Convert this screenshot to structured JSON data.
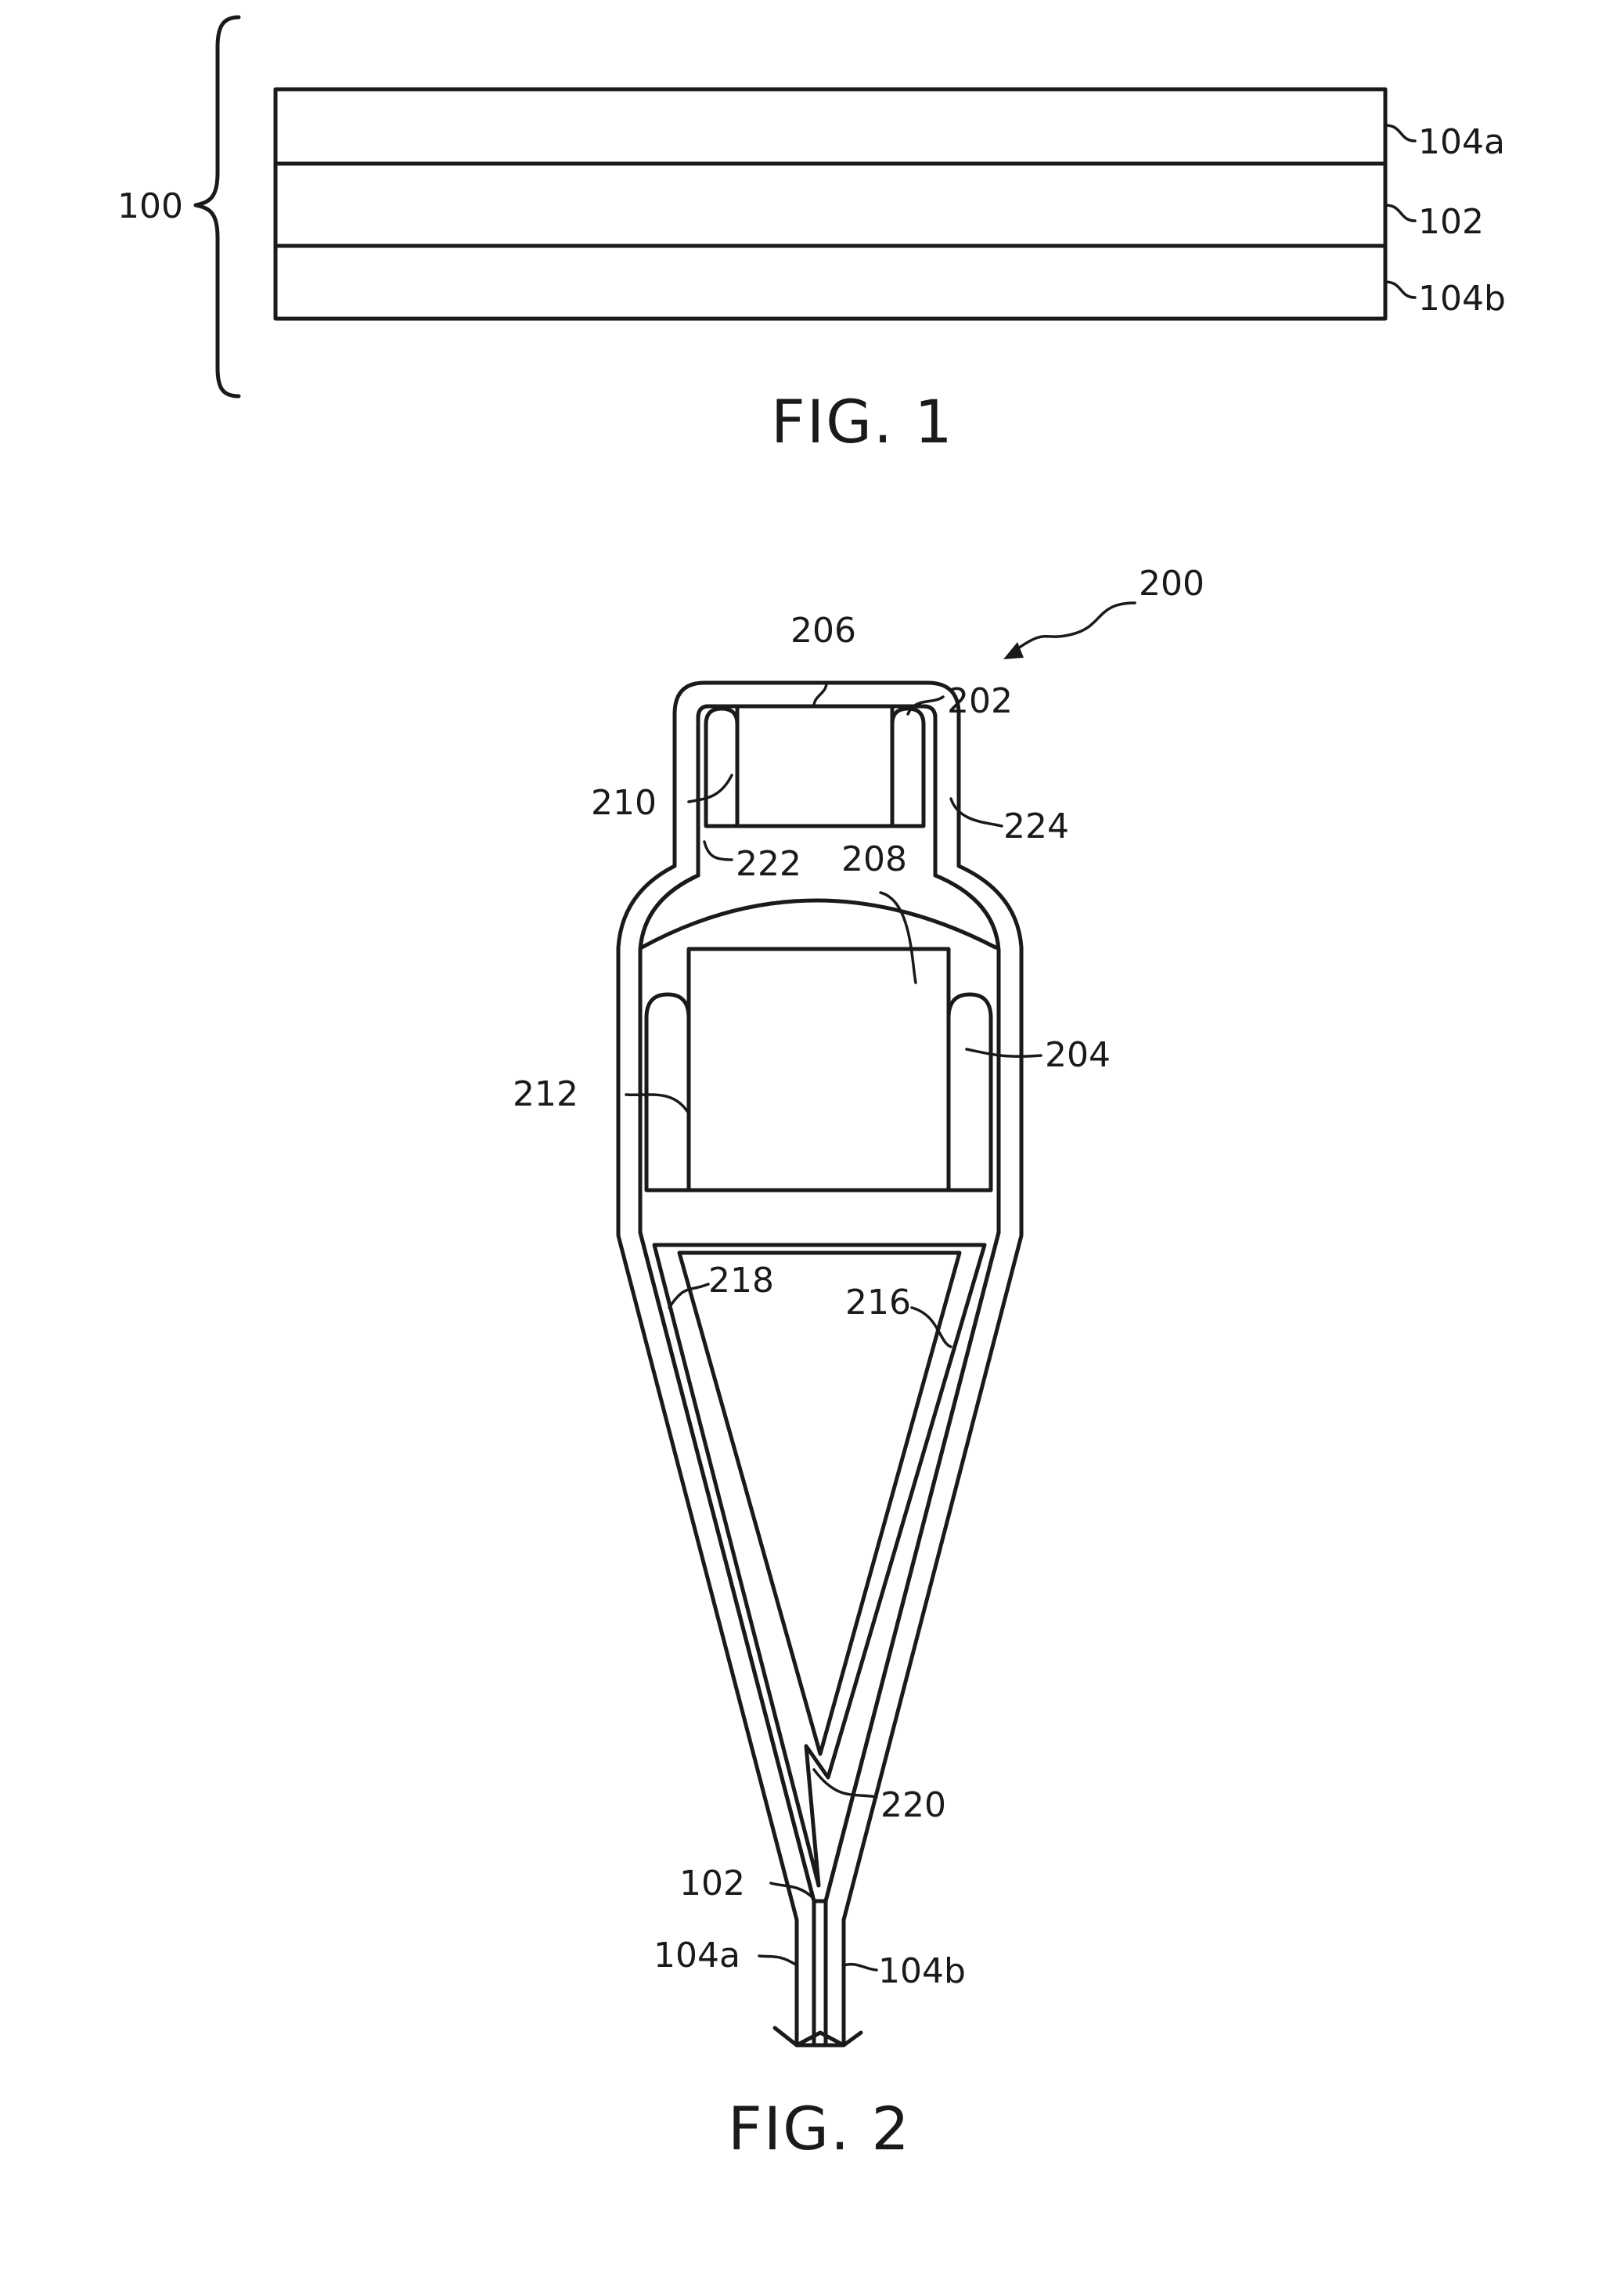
{
  "fig1": {
    "caption": "FIG. 1",
    "labels": {
      "assembly": "100",
      "top_layer": "104a",
      "middle_layer": "102",
      "bottom_layer": "104b"
    }
  },
  "fig2": {
    "caption": "FIG. 2",
    "labels": {
      "assembly": "200",
      "l206": "206",
      "l202": "202",
      "l210": "210",
      "l224": "224",
      "l222": "222",
      "l208": "208",
      "l212": "212",
      "l204": "204",
      "l218": "218",
      "l216": "216",
      "l220": "220",
      "l102": "102",
      "l104a": "104a",
      "l104b": "104b"
    }
  }
}
